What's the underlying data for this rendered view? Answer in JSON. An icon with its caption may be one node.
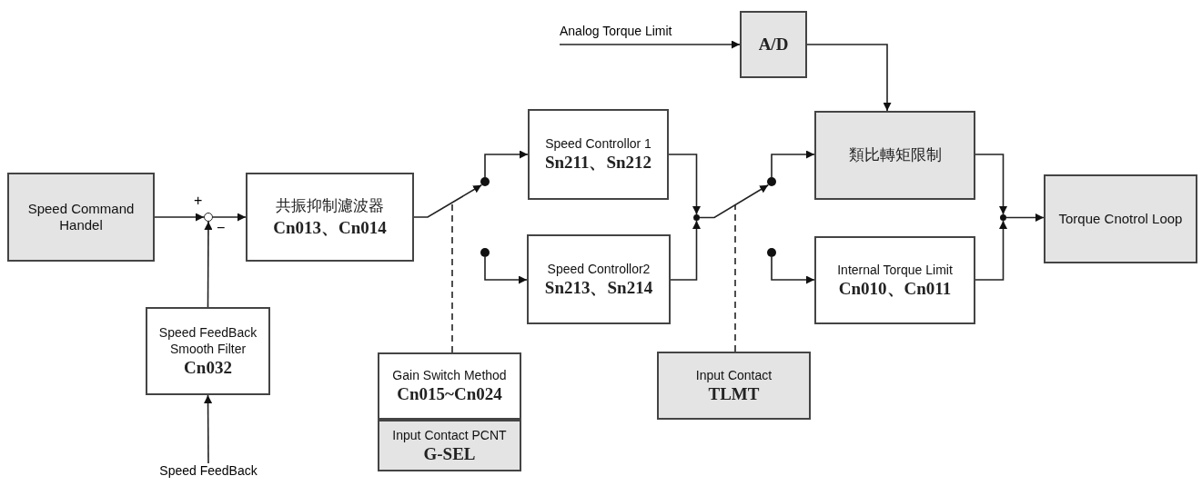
{
  "diagram": {
    "nodes": [
      {
        "text": [
          "Speed Command Handel"
        ]
      },
      {
        "text": [],
        "shape": "circle",
        "beside": [
          "+",
          "−"
        ]
      },
      {
        "text": [
          "共振抑制濾波器",
          "Cn013、Cn014"
        ]
      },
      {
        "text": [
          "Speed FeedBack Smooth Filter",
          "Cn032"
        ]
      },
      {
        "text": [
          "Speed FeedBack"
        ]
      },
      {
        "text": [],
        "shape": "circle"
      },
      {
        "text": [],
        "shape": "circle"
      },
      {
        "text": [
          "Speed Controllor 1",
          "Sn211、Sn212"
        ]
      },
      {
        "text": [
          "Speed Controllor2",
          "Sn213、Sn214"
        ]
      },
      {
        "text": [],
        "shape": "circle"
      },
      {
        "text": [],
        "shape": "circle"
      },
      {
        "text": [],
        "shape": "circle"
      },
      {
        "text": [
          "A/D"
        ]
      },
      {
        "text": [
          "類比轉矩限制"
        ]
      },
      {
        "text": [
          "Internal Torque Limit",
          "Cn010、Cn011"
        ]
      },
      {
        "text": [],
        "shape": "circle"
      },
      {
        "text": [
          "Torque Cnotrol Loop"
        ]
      },
      {
        "text": [
          "Gain Switch Method",
          "Cn015~Cn024"
        ]
      },
      {
        "text": [
          "Input Contact PCNT",
          "G-SEL"
        ]
      },
      {
        "text": [
          "Input Contact",
          "TLMT"
        ]
      }
    ],
    "edges": [
      {
        "from": 0,
        "to": 1,
        "arrow": "to"
      },
      {
        "from": 3,
        "to": 1,
        "arrow": "to"
      },
      {
        "from": 4,
        "to": 3,
        "arrow": "to"
      },
      {
        "from": 1,
        "to": 2,
        "arrow": "to"
      },
      {
        "from": 2,
        "to": 5,
        "arrow": "to"
      },
      {
        "from": 5,
        "to": 7,
        "arrow": "to"
      },
      {
        "from": 6,
        "to": 8,
        "arrow": "to"
      },
      {
        "from": 7,
        "to": 9,
        "arrow": "to"
      },
      {
        "from": 8,
        "to": 9,
        "arrow": "to"
      },
      {
        "from": 9,
        "to": 10,
        "arrow": "to"
      },
      {
        "from": 10,
        "to": 13,
        "arrow": "to"
      },
      {
        "from": 11,
        "to": 14,
        "arrow": "to"
      },
      {
        "from": null,
        "to": 12,
        "arrow": "to",
        "label": "Analog Torque Limit"
      },
      {
        "from": 12,
        "to": 13,
        "arrow": "to"
      },
      {
        "from": 13,
        "to": 15,
        "arrow": "to"
      },
      {
        "from": 14,
        "to": 15,
        "arrow": "to"
      },
      {
        "from": 15,
        "to": 16,
        "arrow": "to"
      },
      {
        "from": 17,
        "to": null,
        "arrow": "none",
        "style": "dashed"
      },
      {
        "from": 19,
        "to": null,
        "arrow": "none",
        "style": "dashed"
      }
    ]
  }
}
